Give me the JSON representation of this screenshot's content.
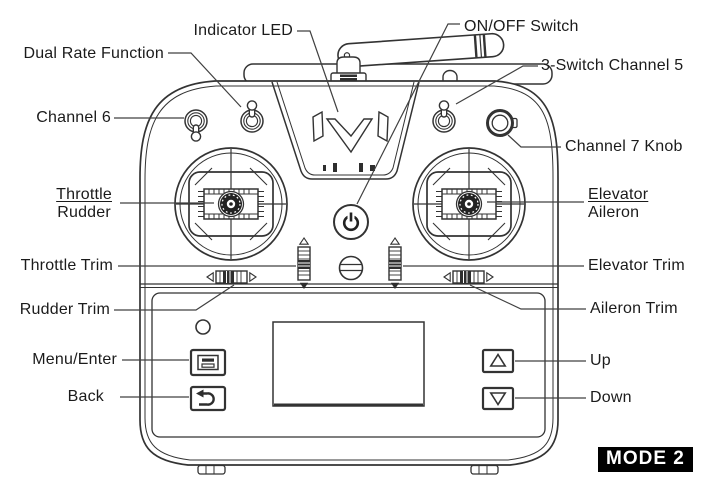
{
  "labels": {
    "indicator_led": "Indicator LED",
    "on_off_switch": "ON/OFF Switch",
    "dual_rate_function": "Dual Rate Function",
    "three_switch_channel_5": "3-Switch Channel 5",
    "channel_6": "Channel 6",
    "channel_7_knob": "Channel 7 Knob",
    "left_stick_primary": "Throttle",
    "left_stick_secondary": "Rudder",
    "right_stick_primary": "Elevator",
    "right_stick_secondary": "Aileron",
    "throttle_trim": "Throttle Trim",
    "rudder_trim": "Rudder Trim",
    "elevator_trim": "Elevator Trim",
    "aileron_trim": "Aileron Trim",
    "menu_enter": "Menu/Enter",
    "back": "Back",
    "up": "Up",
    "down": "Down",
    "mode_badge": "MODE 2"
  },
  "icons": {
    "power_button": "power-icon",
    "menu_enter_button": "menu-lines-icon",
    "back_button": "return-arrow-icon",
    "up_button": "triangle-up-icon",
    "down_button": "triangle-down-icon",
    "left_stick": "gimbal-stick-icon",
    "right_stick": "gimbal-stick-icon"
  },
  "colors": {
    "line": "#333333",
    "text": "#1b1b1b",
    "badge_bg": "#000000",
    "badge_text": "#ffffff"
  }
}
